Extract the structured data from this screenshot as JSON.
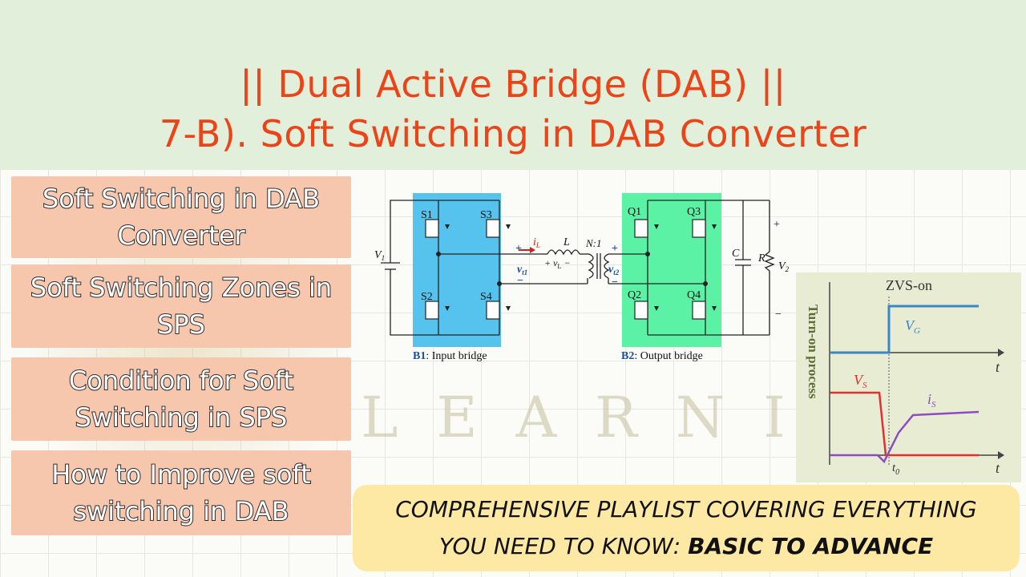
{
  "title": {
    "line1": "|| Dual Active Bridge (DAB) ||",
    "line2": "7-B). Soft Switching in DAB Converter"
  },
  "topics": [
    {
      "line1": "Soft Switching in DAB",
      "line2": "Converter"
    },
    {
      "line1": "Soft Switching Zones in",
      "line2": "SPS"
    },
    {
      "line1": "Condition for Soft",
      "line2": "Switching in SPS"
    },
    {
      "line1": "How to Improve soft",
      "line2": "switching in DAB"
    }
  ],
  "watermark": "LEARNING",
  "circuit": {
    "s1": "S1",
    "s2": "S2",
    "s3": "S3",
    "s4": "S4",
    "q1": "Q1",
    "q2": "Q2",
    "q3": "Q3",
    "q4": "Q4",
    "v1": "V",
    "v1_sub": "1",
    "v2": "V",
    "v2_sub": "2",
    "il": "i",
    "il_sub": "L",
    "l": "L",
    "vl": "+ v",
    "vl_sub": "L",
    "vl_minus": "−",
    "n": "N:1",
    "vt1": "v",
    "vt1_sub": "t1",
    "vt2": "v",
    "vt2_sub": "t2",
    "c": "C",
    "r": "R",
    "plus": "+",
    "minus": "−",
    "b1_tag": "B1",
    "b1_text": ": Input bridge",
    "b2_tag": "B2",
    "b2_text": ": Output bridge",
    "colors": {
      "b1": "#56c2ee",
      "b2": "#5bf2a6",
      "vt": "#1b4f9c",
      "il": "#d12020"
    }
  },
  "waveform": {
    "title": "ZVS-on",
    "axis_label": "Turn-on process",
    "vg": "V",
    "vg_sub": "G",
    "vs": "V",
    "vs_sub": "S",
    "is": "i",
    "is_sub": "S",
    "t": "t",
    "t0": "t",
    "t0_sub": "0",
    "colors": {
      "vg": "#3b86c8",
      "vs": "#e23030",
      "is": "#8a4cc0",
      "label": "#5f6b3a"
    }
  },
  "banner": {
    "line1": "COMPREHENSIVE PLAYLIST COVERING EVERYTHING",
    "line2_prefix": "YOU NEED TO KNOW: ",
    "line2_bold": "BASIC TO ADVANCE"
  }
}
